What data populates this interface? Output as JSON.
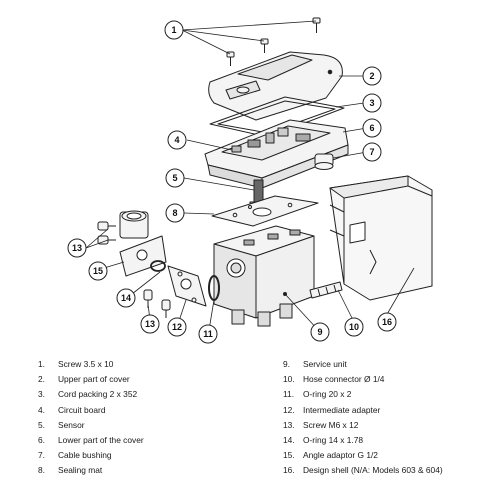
{
  "callouts": [
    {
      "num": "1"
    },
    {
      "num": "2"
    },
    {
      "num": "3"
    },
    {
      "num": "4"
    },
    {
      "num": "5"
    },
    {
      "num": "6"
    },
    {
      "num": "7"
    },
    {
      "num": "8"
    },
    {
      "num": "9"
    },
    {
      "num": "10"
    },
    {
      "num": "11"
    },
    {
      "num": "12"
    },
    {
      "num": "13"
    },
    {
      "num": "13"
    },
    {
      "num": "14"
    },
    {
      "num": "15"
    },
    {
      "num": "16"
    }
  ],
  "legend_left": [
    {
      "num": "1.",
      "text": "Screw 3.5 x 10"
    },
    {
      "num": "2.",
      "text": "Upper part of cover"
    },
    {
      "num": "3.",
      "text": "Cord packing 2 x 352"
    },
    {
      "num": "4.",
      "text": "Circuit board"
    },
    {
      "num": "5.",
      "text": "Sensor"
    },
    {
      "num": "6.",
      "text": "Lower part of the cover"
    },
    {
      "num": "7.",
      "text": "Cable bushing"
    },
    {
      "num": "8.",
      "text": "Sealing mat"
    }
  ],
  "legend_right": [
    {
      "num": "9.",
      "text": "Service unit"
    },
    {
      "num": "10.",
      "text": "Hose connector Ø 1/4"
    },
    {
      "num": "11.",
      "text": "O-ring 20 x 2"
    },
    {
      "num": "12.",
      "text": "Intermediate adapter"
    },
    {
      "num": "13.",
      "text": "Screw M6 x 12"
    },
    {
      "num": "14.",
      "text": "O-ring 14 x 1.78"
    },
    {
      "num": "15.",
      "text": "Angle adaptor G 1/2"
    },
    {
      "num": "16.",
      "text": "Design shell (N/A: Models 603 & 604)"
    }
  ]
}
